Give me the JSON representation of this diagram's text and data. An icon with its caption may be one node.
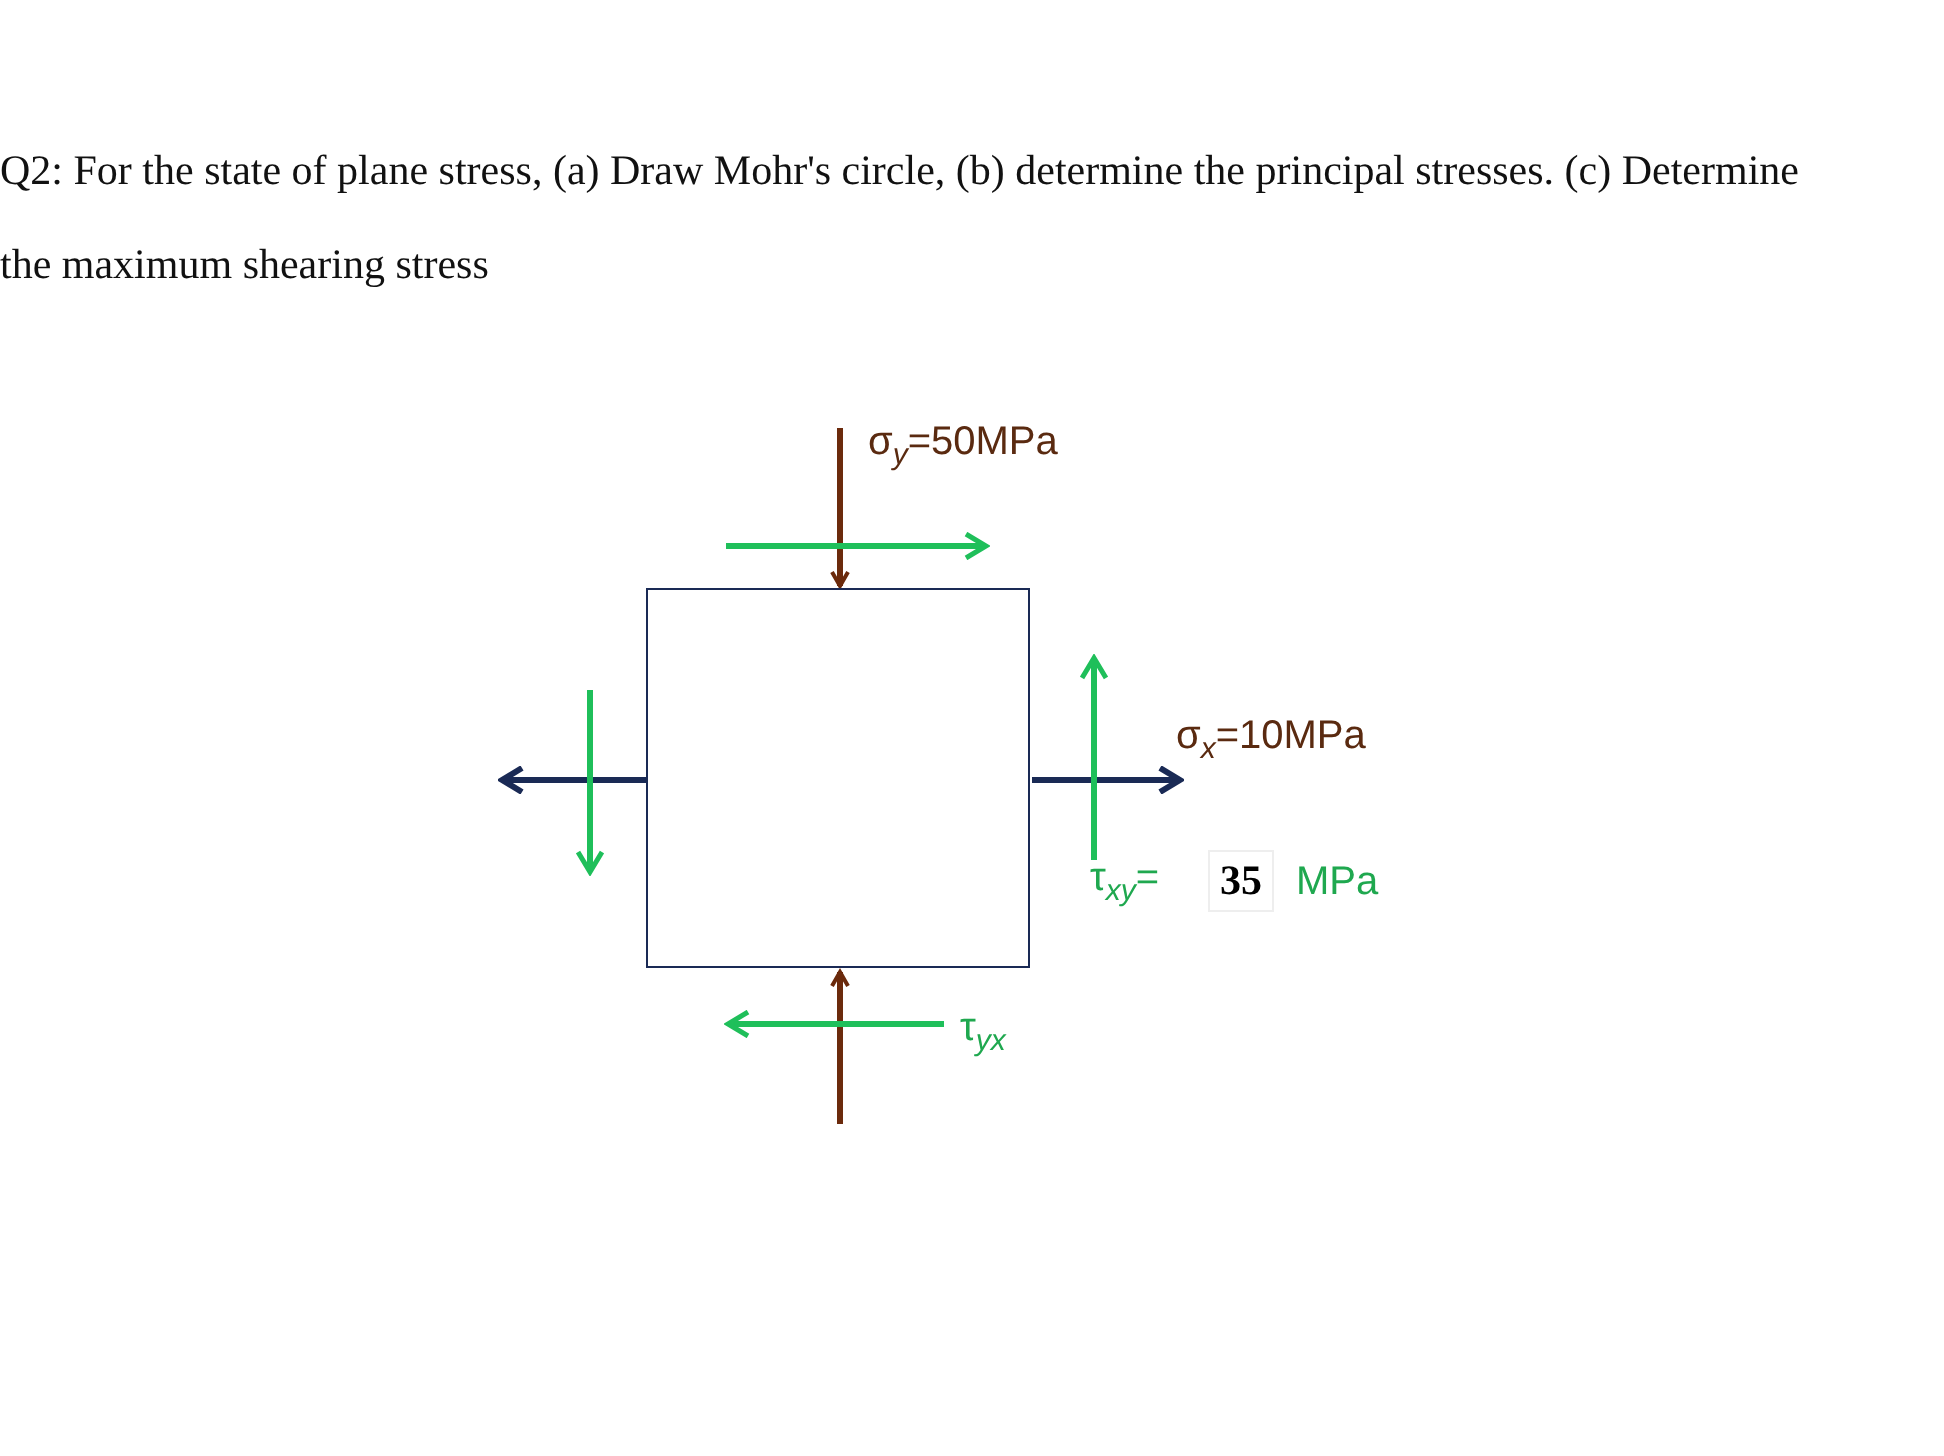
{
  "diagram": {
    "title": "Q2: For the state of plane stress, (a) Draw Mohr's circle, (b) determine the principal stresses. (c) Determine the maximum shearing stress",
    "nodes": [
      {
        "text": [],
        "shape": "box"
      }
    ],
    "edges": [],
    "labels": [
      "σ$_{y}$=50MPa",
      "σ$_{x}$=10MPa",
      "τ$_{xy}$=",
      "35",
      "MPa",
      "τ$_{yx}$"
    ]
  }
}
